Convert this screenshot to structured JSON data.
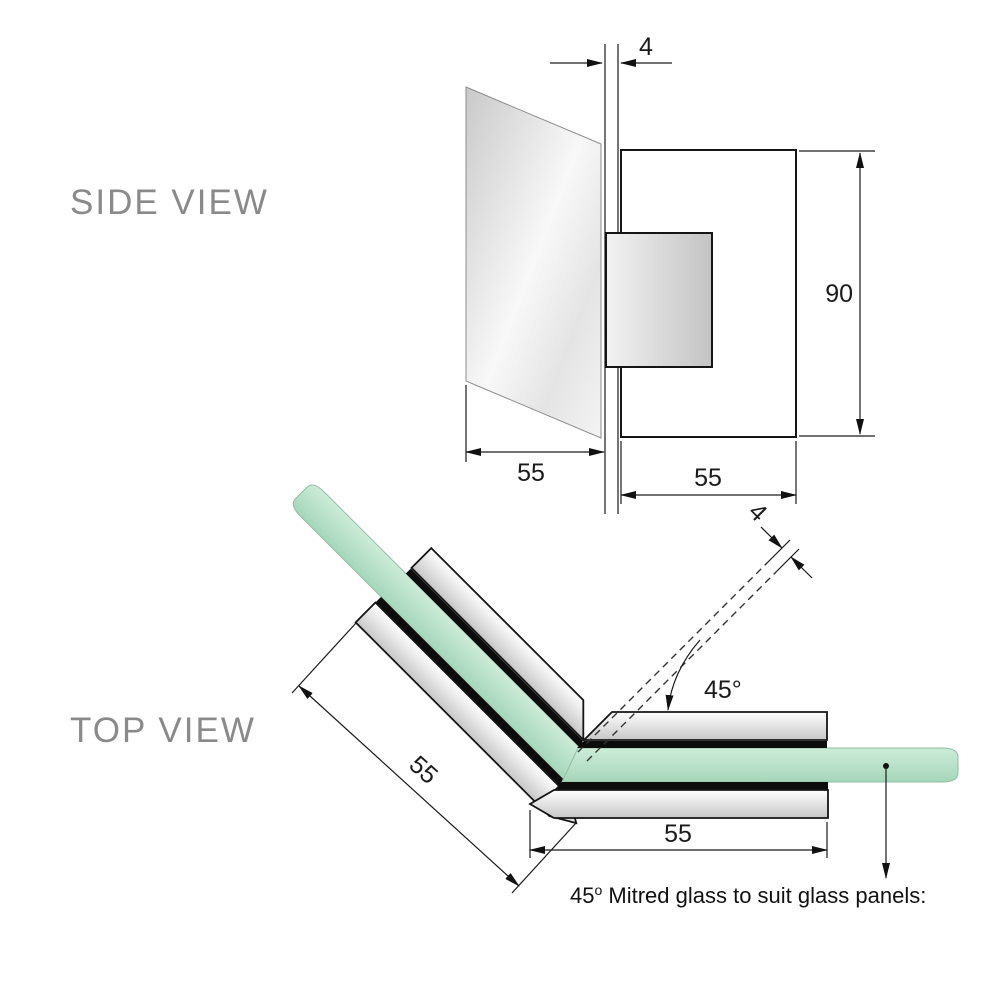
{
  "side_view": {
    "title": "SIDE VIEW",
    "glass_thickness_mm": "4",
    "panel_width_mm": "55",
    "hinge_width_mm": "55",
    "hinge_height_mm": "90"
  },
  "top_view": {
    "title": "TOP VIEW",
    "glass_thickness_mm": "4",
    "hinge_length_left_mm": "55",
    "hinge_length_bottom_mm": "55",
    "mitre_angle": "45°",
    "caption": {
      "num": "45",
      "sup": "o",
      "rest": " Mitred glass to suit glass panels:"
    }
  },
  "colors": {
    "glass_green": "#aedcc0",
    "metal_silver": "#d9d9d9",
    "line": "#1a1a1a",
    "title_gray": "#8a8a8a"
  }
}
